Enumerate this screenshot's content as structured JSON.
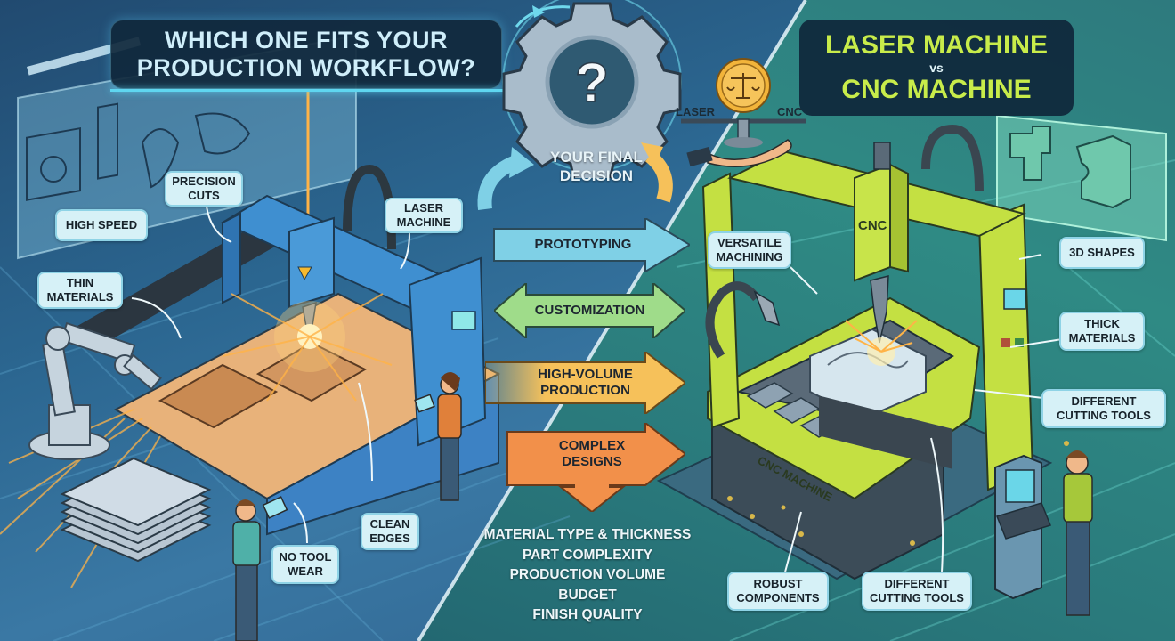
{
  "header": {
    "question_line1": "WHICH ONE FITS YOUR",
    "question_line2": "PRODUCTION WORKFLOW?",
    "comparison_top": "LASER MACHINE",
    "comparison_vs": "vs",
    "comparison_bottom": "CNC MACHINE"
  },
  "center": {
    "gear_symbol": "?",
    "decision_line1": "YOUR FINAL",
    "decision_line2": "DECISION",
    "scale": {
      "left_label": "LASER",
      "right_label": "CNC",
      "icon": "scales-of-justice-icon"
    },
    "workflow_arrows": [
      {
        "label": "PROTOTYPING",
        "color": "#7fd0e6"
      },
      {
        "label": "CUSTOMIZATION",
        "color": "#9fdc8a"
      },
      {
        "label_line1": "HIGH-VOLUME",
        "label_line2": "PRODUCTION",
        "color": "#f6c15a"
      },
      {
        "label_line1": "COMPLEX",
        "label_line2": "DESIGNS",
        "color": "#f2904a"
      }
    ],
    "factors": [
      "MATERIAL TYPE & THICKNESS",
      "PART COMPLEXITY",
      "PRODUCTION VOLUME",
      "BUDGET",
      "FINISH QUALITY"
    ]
  },
  "laser": {
    "machine_color": "#3f8fd0",
    "callouts": [
      {
        "line1": "PRECISION",
        "line2": "CUTS"
      },
      {
        "line1": "HIGH SPEED"
      },
      {
        "line1": "LASER",
        "line2": "MACHINE"
      },
      {
        "line1": "THIN",
        "line2": "MATERIALS"
      },
      {
        "line1": "CLEAN",
        "line2": "EDGES"
      },
      {
        "line1": "NO TOOL",
        "line2": "WEAR"
      }
    ]
  },
  "cnc": {
    "machine_color": "#c4e042",
    "head_label": "CNC",
    "base_label": "CNC MACHINE",
    "callouts": [
      {
        "line1": "VERSATILE",
        "line2": "MACHINING"
      },
      {
        "line1": "3D SHAPES"
      },
      {
        "line1": "THICK",
        "line2": "MATERIALS"
      },
      {
        "line1": "DIFFERENT",
        "line2": "CUTTING TOOLS"
      },
      {
        "line1": "ROBUST",
        "line2": "COMPONENTS"
      },
      {
        "line1": "DIFFERENT",
        "line2": "CUTTING TOOLS"
      }
    ]
  },
  "colors": {
    "title_text": "#cfeefa",
    "accent_lime": "#c8ec4a",
    "laser_glow": "#ffb347",
    "callout_bg": "#d6f1f7"
  }
}
